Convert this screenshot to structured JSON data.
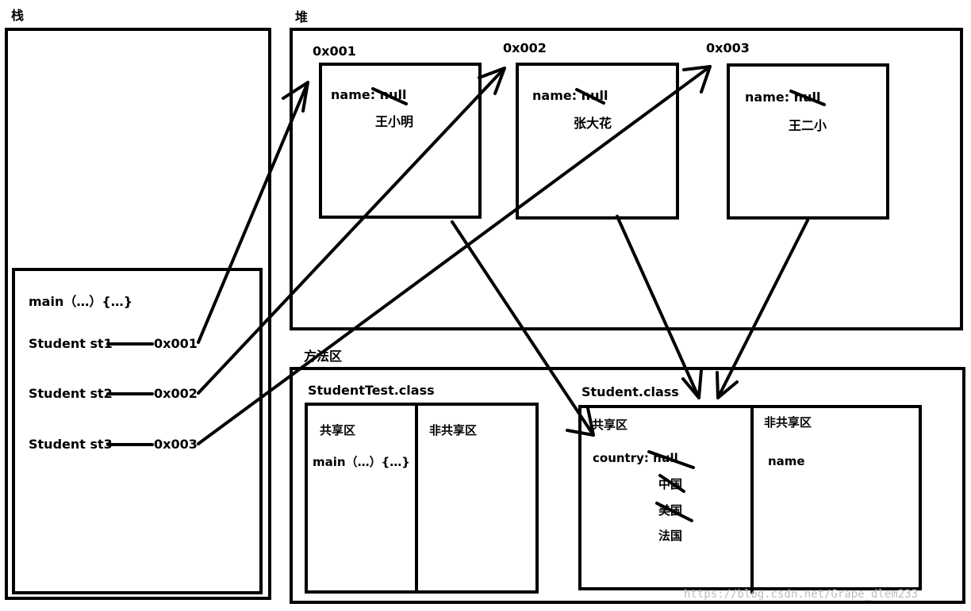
{
  "stack": {
    "title": "栈",
    "main_frame": {
      "method": "main（…）{…}",
      "vars": [
        {
          "decl": "Student st1",
          "addr": "0x001"
        },
        {
          "decl": "Student st2",
          "addr": "0x002"
        },
        {
          "decl": "Student st3",
          "addr": "0x003"
        }
      ]
    }
  },
  "heap": {
    "title": "堆",
    "objects": [
      {
        "addr": "0x001",
        "field": "name: null",
        "value": "王小明"
      },
      {
        "addr": "0x002",
        "field": "name: null",
        "value": "张大花"
      },
      {
        "addr": "0x003",
        "field": "name: null",
        "value": "王二小"
      }
    ]
  },
  "method_area": {
    "title": "方法区",
    "classes": [
      {
        "name": "StudentTest.class",
        "shared_label": "共享区",
        "shared_content": "main（…）{…}",
        "nonshared_label": "非共享区"
      },
      {
        "name": "Student.class",
        "shared_label": "共享区",
        "country_field": "country: null",
        "country_values": [
          "中国",
          "美国",
          "法国"
        ],
        "nonshared_label": "非共享区",
        "nonshared_content": "name"
      }
    ]
  },
  "watermark": "https://blog.csdn.net/Grape_dlem233"
}
